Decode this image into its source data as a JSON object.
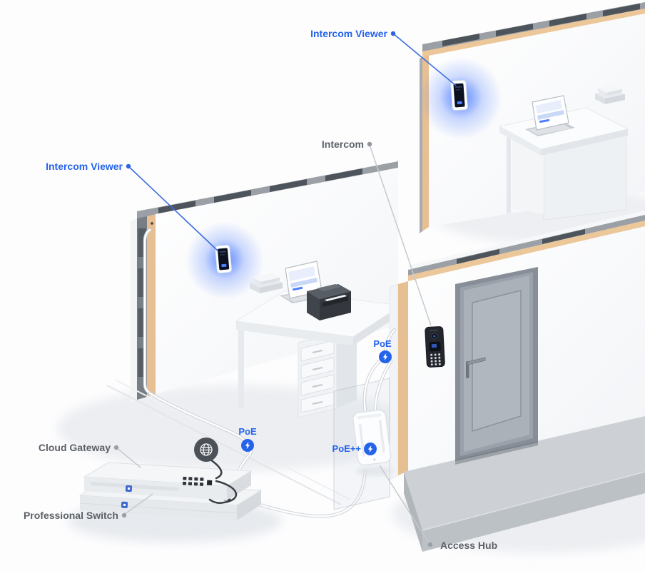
{
  "scene": {
    "background": "#fdfdfe",
    "accent_blue": "#2563eb",
    "accent_line": "#3b6be0",
    "label_gray": "#5c6167",
    "glow_blue": "#4d7dff",
    "wood_edge": "#ecc79a",
    "concrete": "#cdd1d5"
  },
  "callouts": {
    "intercom_viewer_top": {
      "label": "Intercom Viewer"
    },
    "intercom_viewer_left": {
      "label": "Intercom Viewer"
    },
    "intercom": {
      "label": "Intercom"
    },
    "cloud_gateway": {
      "label": "Cloud Gateway"
    },
    "professional_switch": {
      "label": "Professional Switch"
    },
    "access_hub": {
      "label": "Access Hub"
    }
  },
  "poe_badges": {
    "wall": {
      "label": "PoE",
      "icon": "lightning-bolt-icon"
    },
    "floor": {
      "label": "PoE",
      "icon": "lightning-bolt-icon"
    },
    "hub": {
      "label": "PoE++",
      "icon": "lightning-bolt-icon"
    }
  },
  "icons": {
    "internet": "globe-icon",
    "poe_power": "lightning-bolt-icon"
  }
}
